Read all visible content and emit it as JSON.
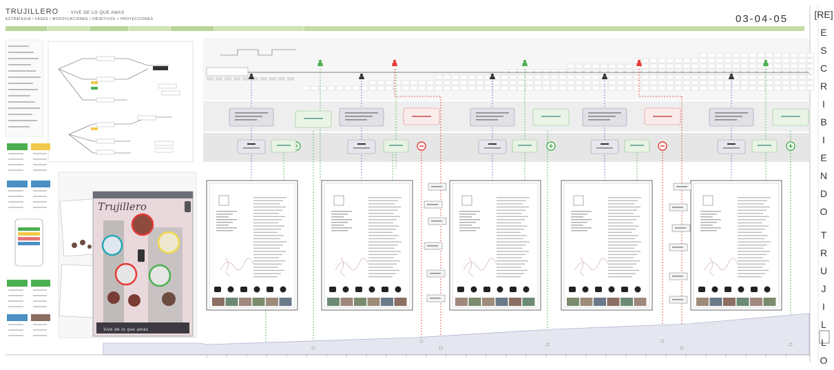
{
  "header": {
    "title": "TRUJILLERO",
    "tagline": "· VIVE DE LO QUE AMAS",
    "subtitle": "ESTRATEGIA / FASES / MODIFICACIONES / OBJETIVOS + PROYECCIONES",
    "code": "03-04-05"
  },
  "side_banner": {
    "letters": [
      "[RE]",
      "E",
      "S",
      "C",
      "R",
      "I",
      "B",
      "I",
      "E",
      "N",
      "D",
      "O",
      "T",
      "R",
      "U",
      "J",
      "I",
      "L",
      "L",
      "O"
    ]
  },
  "flyer": {
    "script_title": "Trujillero",
    "tagline": "Vive de lo que amas"
  },
  "colors": {
    "green": "#4caf50",
    "red": "#e53935",
    "dark": "#333333",
    "phase_bar": "#d9e8c2",
    "phase_bar_dark": "#b9d59a",
    "panel": "#f0f0f0",
    "bottom_area": "#e4e6f0",
    "flyer_bg": "#e9d9dc"
  },
  "icons": [
    "cow-icon",
    "bird-icon",
    "camera-icon",
    "hiker-icon",
    "house-icon",
    "dining-icon",
    "bike-icon",
    "car-icon",
    "plus-icon",
    "minus-icon",
    "pin-icon"
  ]
}
